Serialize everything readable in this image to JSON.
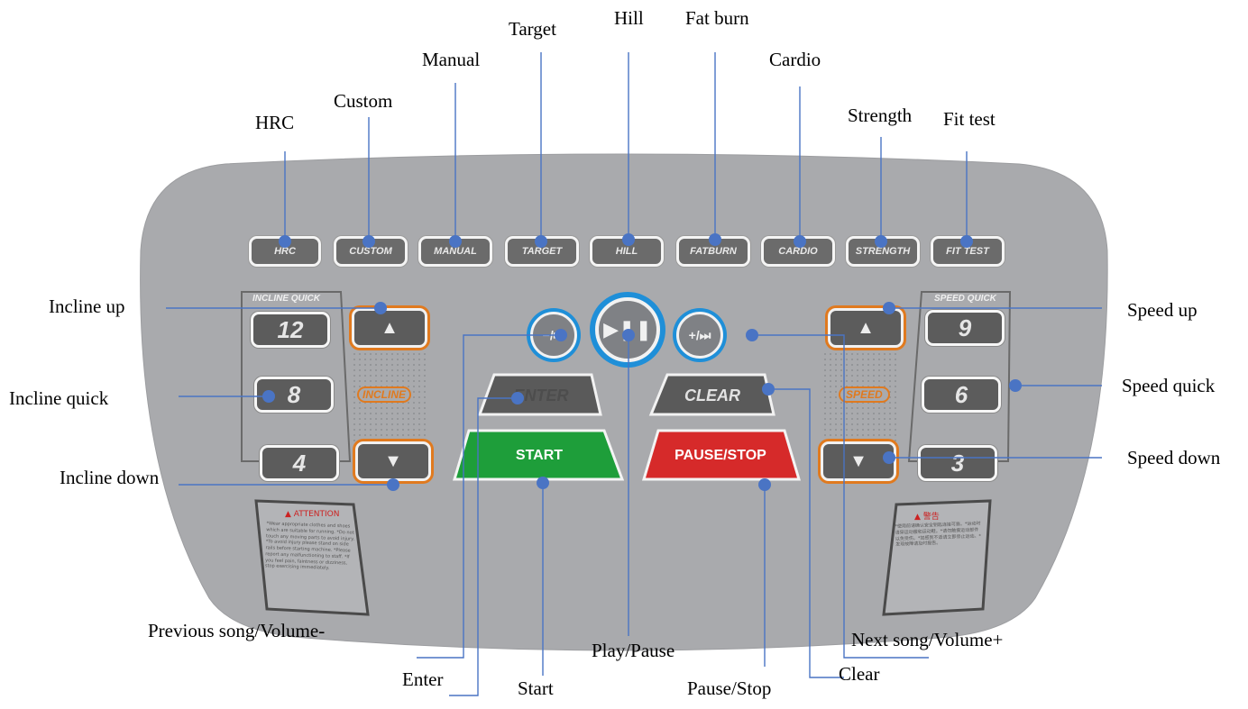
{
  "colors": {
    "panel": "#a9aaad",
    "button_dark": "#5c5c5c",
    "accent_orange": "#e07a1f",
    "start_green": "#1e9e3a",
    "stop_red": "#d62a2a",
    "play_blue": "#1f8fd8",
    "callout_line": "#4a74c4"
  },
  "panel": {
    "program_buttons": [
      "HRC",
      "CUSTOM",
      "MANUAL",
      "TARGET",
      "HILL",
      "FATBURN",
      "CARDIO",
      "STRENGTH",
      "FIT TEST"
    ],
    "incline_quick_title": "INCLINE QUICK",
    "incline_quick_values": [
      "12",
      "8",
      "4"
    ],
    "incline_label": "INCLINE",
    "speed_quick_title": "SPEED QUICK",
    "speed_quick_values": [
      "9",
      "6",
      "3"
    ],
    "speed_label": "SPEED",
    "enter_label": "ENTER",
    "clear_label": "CLEAR",
    "start_label": "START",
    "pause_stop_label": "PAUSE/STOP",
    "attention_title": "ATTENTION",
    "attention_text": "*Wear appropriate clothes and shoes which are suitable for running. *Do not touch any moving parts to avoid injury. *To avoid injury please stand on side rails before starting machine. *Please report any malfunctioning to staff. *If you feel pain, faintness or dizziness, stop exercising immediately.",
    "warning_title": "警告",
    "warning_text": "*使用前请确认安全钥匙连接可靠。*运动时请穿运动服和运动鞋。*请勿触摸运动部件以免受伤。*如感到不适请立即停止运动。*发现故障请及时报告。",
    "icons": {
      "up": "triangle-up-icon",
      "down": "triangle-down-icon",
      "play": "play-pause-icon",
      "prev": "previous-volume-down-icon",
      "next": "next-volume-up-icon",
      "warning": "warning-triangle-icon"
    }
  },
  "callouts": {
    "hrc": "HRC",
    "custom": "Custom",
    "manual": "Manual",
    "target": "Target",
    "hill": "Hill",
    "fat_burn": "Fat burn",
    "cardio": "Cardio",
    "strength": "Strength",
    "fit_test": "Fit test",
    "incline_up": "Incline up",
    "incline_quick": "Incline quick",
    "incline_down": "Incline down",
    "speed_up": "Speed up",
    "speed_quick": "Speed quick",
    "speed_down": "Speed down",
    "previous_song": "Previous song/Volume-",
    "play_pause": "Play/Pause",
    "next_song": "Next song/Volume+",
    "enter": "Enter",
    "start": "Start",
    "pause_stop": "Pause/Stop",
    "clear": "Clear"
  }
}
